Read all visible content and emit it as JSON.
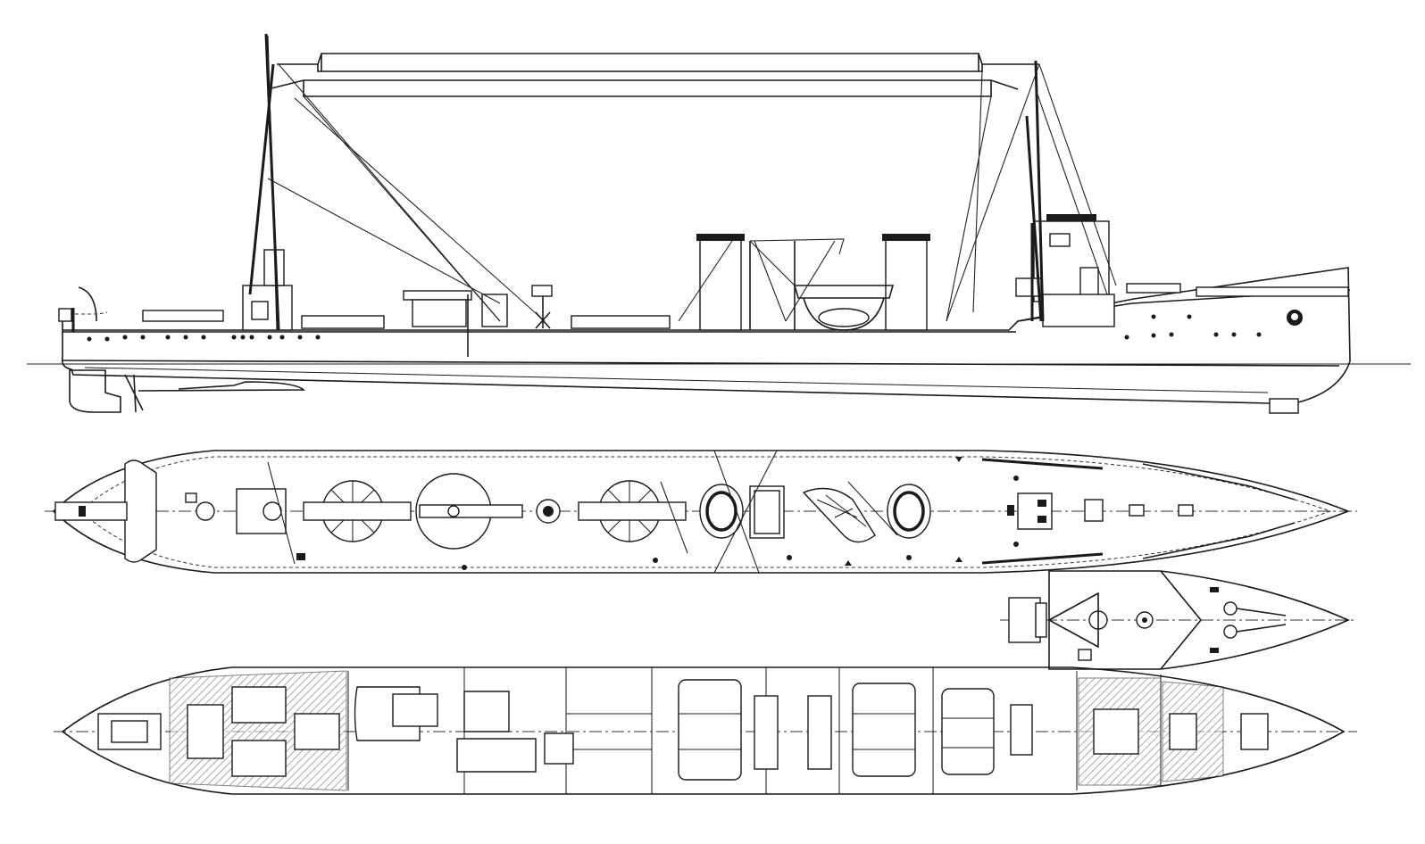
{
  "drawing": {
    "ink_color": "#1a1a1a",
    "paper_color": "#ffffff",
    "views": [
      {
        "id": "side-profile",
        "kind": "elevation"
      },
      {
        "id": "upper-deck-plan",
        "kind": "plan"
      },
      {
        "id": "forecastle-partial-plan",
        "kind": "plan"
      },
      {
        "id": "lower-deck-plan",
        "kind": "plan"
      }
    ],
    "profile_features": {
      "masts": 2,
      "funnels": 2,
      "antenna_yards": 2,
      "portholes_aft": 14,
      "portholes_fwd": 8
    },
    "upper_deck_features": {
      "torpedo_tube_mounts": 3,
      "funnels": 2,
      "boats": 1
    },
    "lower_deck_features": {
      "boilers": 4,
      "engines": 2
    }
  }
}
